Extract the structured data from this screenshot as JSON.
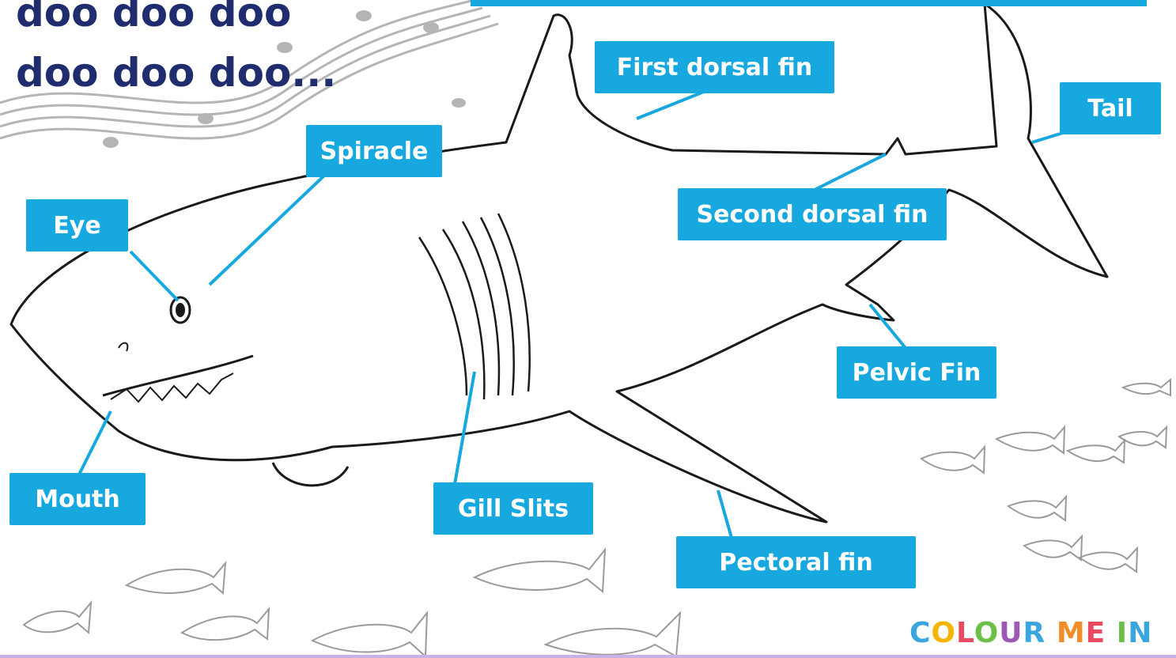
{
  "heading": {
    "line1": "doo doo doo",
    "line2": "doo doo doo..."
  },
  "labels": {
    "first_dorsal_fin": "First dorsal fin",
    "tail": "Tail",
    "spiracle": "Spiracle",
    "eye": "Eye",
    "second_dorsal_fin": "Second dorsal fin",
    "pelvic_fin": "Pelvic Fin",
    "mouth": "Mouth",
    "gill_slits": "Gill Slits",
    "pectoral_fin": "Pectoral fin"
  },
  "logo": {
    "letters": [
      {
        "char": "C",
        "color": "#3aa6e0"
      },
      {
        "char": "O",
        "color": "#f4b400"
      },
      {
        "char": "L",
        "color": "#e84a5f"
      },
      {
        "char": "O",
        "color": "#6cc04a"
      },
      {
        "char": "U",
        "color": "#9b59b6"
      },
      {
        "char": "R",
        "color": "#3aa6e0"
      },
      {
        "char": " ",
        "color": "#ffffff"
      },
      {
        "char": "M",
        "color": "#f28c28"
      },
      {
        "char": "E",
        "color": "#e84a5f"
      },
      {
        "char": " ",
        "color": "#ffffff"
      },
      {
        "char": "I",
        "color": "#6cc04a"
      },
      {
        "char": "N",
        "color": "#3aa6e0"
      }
    ]
  },
  "colors": {
    "label_bg": "#18a8e0",
    "heading": "#1f2d6e",
    "outline": "#1a1a1a"
  }
}
